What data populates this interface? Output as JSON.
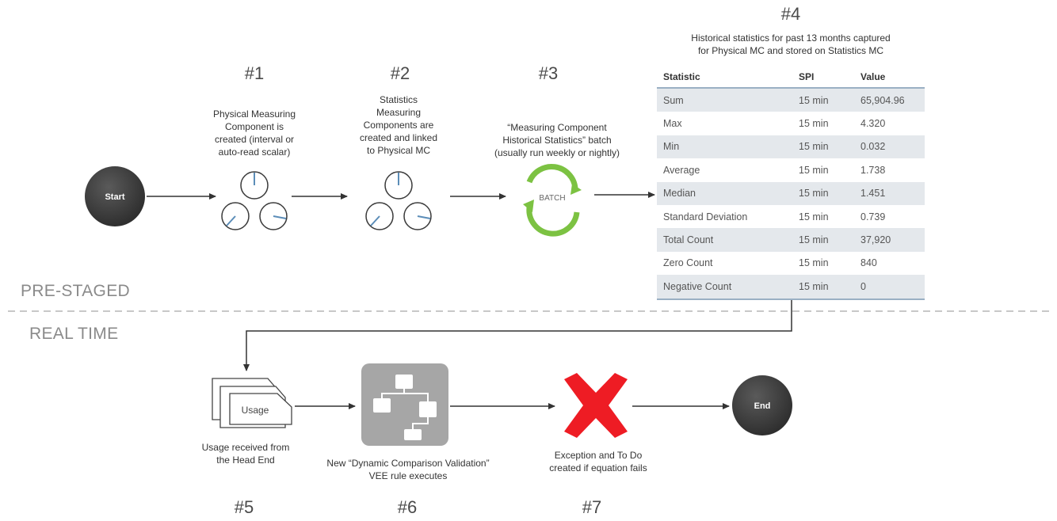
{
  "steps": {
    "s1": {
      "number": "#1",
      "caption": "Physical Measuring\nComponent is\ncreated (interval  or\nauto-read scalar)"
    },
    "s2": {
      "number": "#2",
      "caption": "Statistics\nMeasuring\nComponents are\ncreated and linked\nto Physical MC"
    },
    "s3": {
      "number": "#3",
      "caption": "“Measuring Component\nHistorical Statistics” batch\n(usually run weekly or nightly)"
    },
    "s4": {
      "number": "#4",
      "caption": "Historical statistics for past 13 months captured\nfor Physical MC and stored on Statistics MC"
    },
    "s5": {
      "number": "#5",
      "caption": "Usage received from\nthe Head End"
    },
    "s6": {
      "number": "#6",
      "caption": "New “Dynamic Comparison Validation”\nVEE rule executes"
    },
    "s7": {
      "number": "#7",
      "caption": "Exception and To Do\ncreated if equation fails"
    }
  },
  "nodes": {
    "start": "Start",
    "end": "End",
    "batch": "BATCH",
    "usage": "Usage"
  },
  "sections": {
    "pre_staged": "PRE-STAGED",
    "real_time": "REAL TIME"
  },
  "table": {
    "headers": [
      "Statistic",
      "SPI",
      "Value"
    ],
    "rows": [
      [
        "Sum",
        "15 min",
        "65,904.96"
      ],
      [
        "Max",
        "15 min",
        "4.320"
      ],
      [
        "Min",
        "15 min",
        "0.032"
      ],
      [
        "Average",
        "15 min",
        "1.738"
      ],
      [
        "Median",
        "15 min",
        "1.451"
      ],
      [
        "Standard Deviation",
        "15 min",
        "0.739"
      ],
      [
        "Total Count",
        "15 min",
        "37,920"
      ],
      [
        "Zero Count",
        "15 min",
        "840"
      ],
      [
        "Negative Count",
        "15 min",
        "0"
      ]
    ]
  },
  "colors": {
    "node_dark": "#3d3d3d",
    "batch_green": "#7cc242",
    "exception_red": "#ee1c24",
    "rule_gray": "#a6a6a6",
    "table_border": "#9ab0c4",
    "table_alt_row": "#e4e8ec",
    "dial_needle": "#5b8db8"
  },
  "icons": [
    "measuring-component-dials-icon",
    "batch-cycle-icon",
    "usage-documents-icon",
    "workflow-rule-icon",
    "exception-x-icon"
  ]
}
